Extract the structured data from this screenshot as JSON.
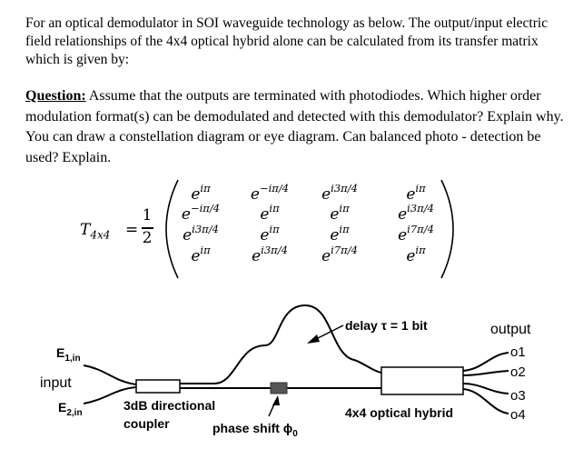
{
  "intro": "For an optical demodulator in SOI waveguide technology as below. The output/input electric field relationships of the 4x4 optical hybrid alone can be calculated from its transfer matrix which is given by:",
  "question": {
    "label": "Question:",
    "text": " Assume that the outputs are terminated with photodiodes. Which higher order modulation format(s) can be demodulated and detected with this demodulator? Explain why. You can draw a constellation diagram or eye diagram. Can balanced photo - detection be used? Explain."
  },
  "matrix": {
    "symbol": "T",
    "subscript": "4x4",
    "equals": "=",
    "frac_num": "1",
    "frac_den": "2",
    "base": "e",
    "rows": [
      [
        "iπ",
        "−iπ/4",
        "i3π/4",
        "iπ"
      ],
      [
        "−iπ/4",
        "iπ",
        "iπ",
        "i3π/4"
      ],
      [
        "i3π/4",
        "iπ",
        "iπ",
        "i7π/4"
      ],
      [
        "iπ",
        "i3π/4",
        "i7π/4",
        "iπ"
      ]
    ]
  },
  "diagram": {
    "delay_label": "delay τ = 1 bit",
    "output_label": "output",
    "outputs": [
      "o1",
      "o2",
      "o3",
      "o4"
    ],
    "e1_label": "E",
    "e1_sub": "1,in",
    "input_label": "input",
    "e2_label": "E",
    "e2_sub": "2,in",
    "coupler_line1": "3dB directional",
    "coupler_line2": "coupler",
    "phase_label": "phase shift ϕ",
    "phase_sub": "0",
    "hybrid_label": "4x4 optical hybrid"
  }
}
